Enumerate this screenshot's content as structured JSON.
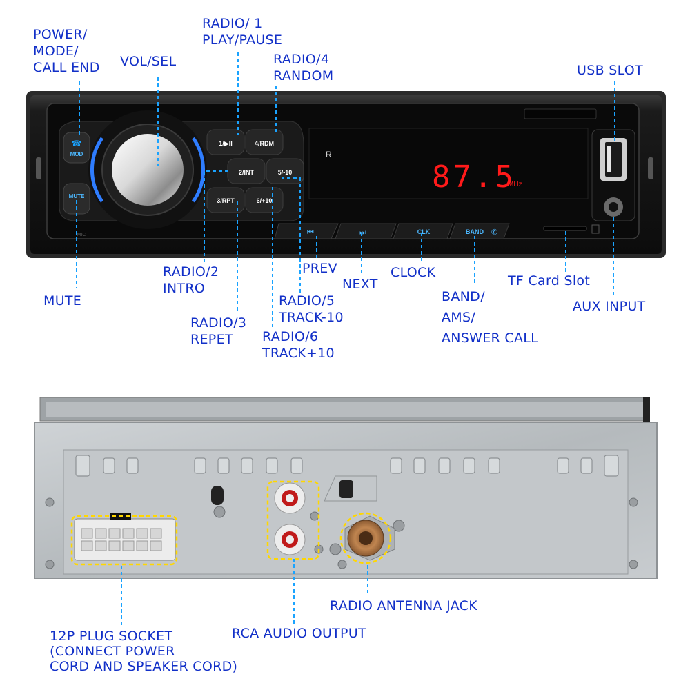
{
  "colors": {
    "label_text": "#1230c8",
    "leader_line": "#1aa3ff",
    "display_digits": "#ff1a1a",
    "highlight_dash": "#ffd700",
    "panel_body": "#151515"
  },
  "front_panel": {
    "display": {
      "frequency": "87.5",
      "unit": "MHz"
    },
    "buttons": {
      "mod": "MOD",
      "mute": "MUTE",
      "mic": "MIC",
      "b1": "1/▶II",
      "b2": "2/INT",
      "b3": "3/RPT",
      "b4": "4/RDM",
      "b5": "5/-10",
      "b6": "6/+10",
      "clk": "CLK",
      "band": "BAND"
    }
  },
  "labels": {
    "power": [
      "POWER/",
      "MODE/",
      "CALL END"
    ],
    "vol": "VOL/SEL",
    "radio1": [
      "RADIO/ 1",
      "PLAY/PAUSE"
    ],
    "radio4": [
      "RADIO/4",
      "RANDOM"
    ],
    "usb": "USB SLOT",
    "mute": "MUTE",
    "radio2": [
      "RADIO/2",
      "INTRO"
    ],
    "radio3": [
      "RADIO/3",
      "REPET"
    ],
    "radio5": [
      "RADIO/5",
      "TRACK-10"
    ],
    "radio6": [
      "RADIO/6",
      "TRACK+10"
    ],
    "prev": "PREV",
    "next": "NEXT",
    "clock": "CLOCK",
    "band": [
      "BAND/",
      "AMS/",
      "ANSWER CALL"
    ],
    "tf": "TF Card Slot",
    "aux": "AUX INPUT",
    "antenna": "RADIO ANTENNA JACK",
    "rca": "RCA AUDIO OUTPUT",
    "plug": [
      "12P PLUG SOCKET",
      "(CONNECT POWER",
      "CORD AND SPEAKER CORD)"
    ]
  }
}
